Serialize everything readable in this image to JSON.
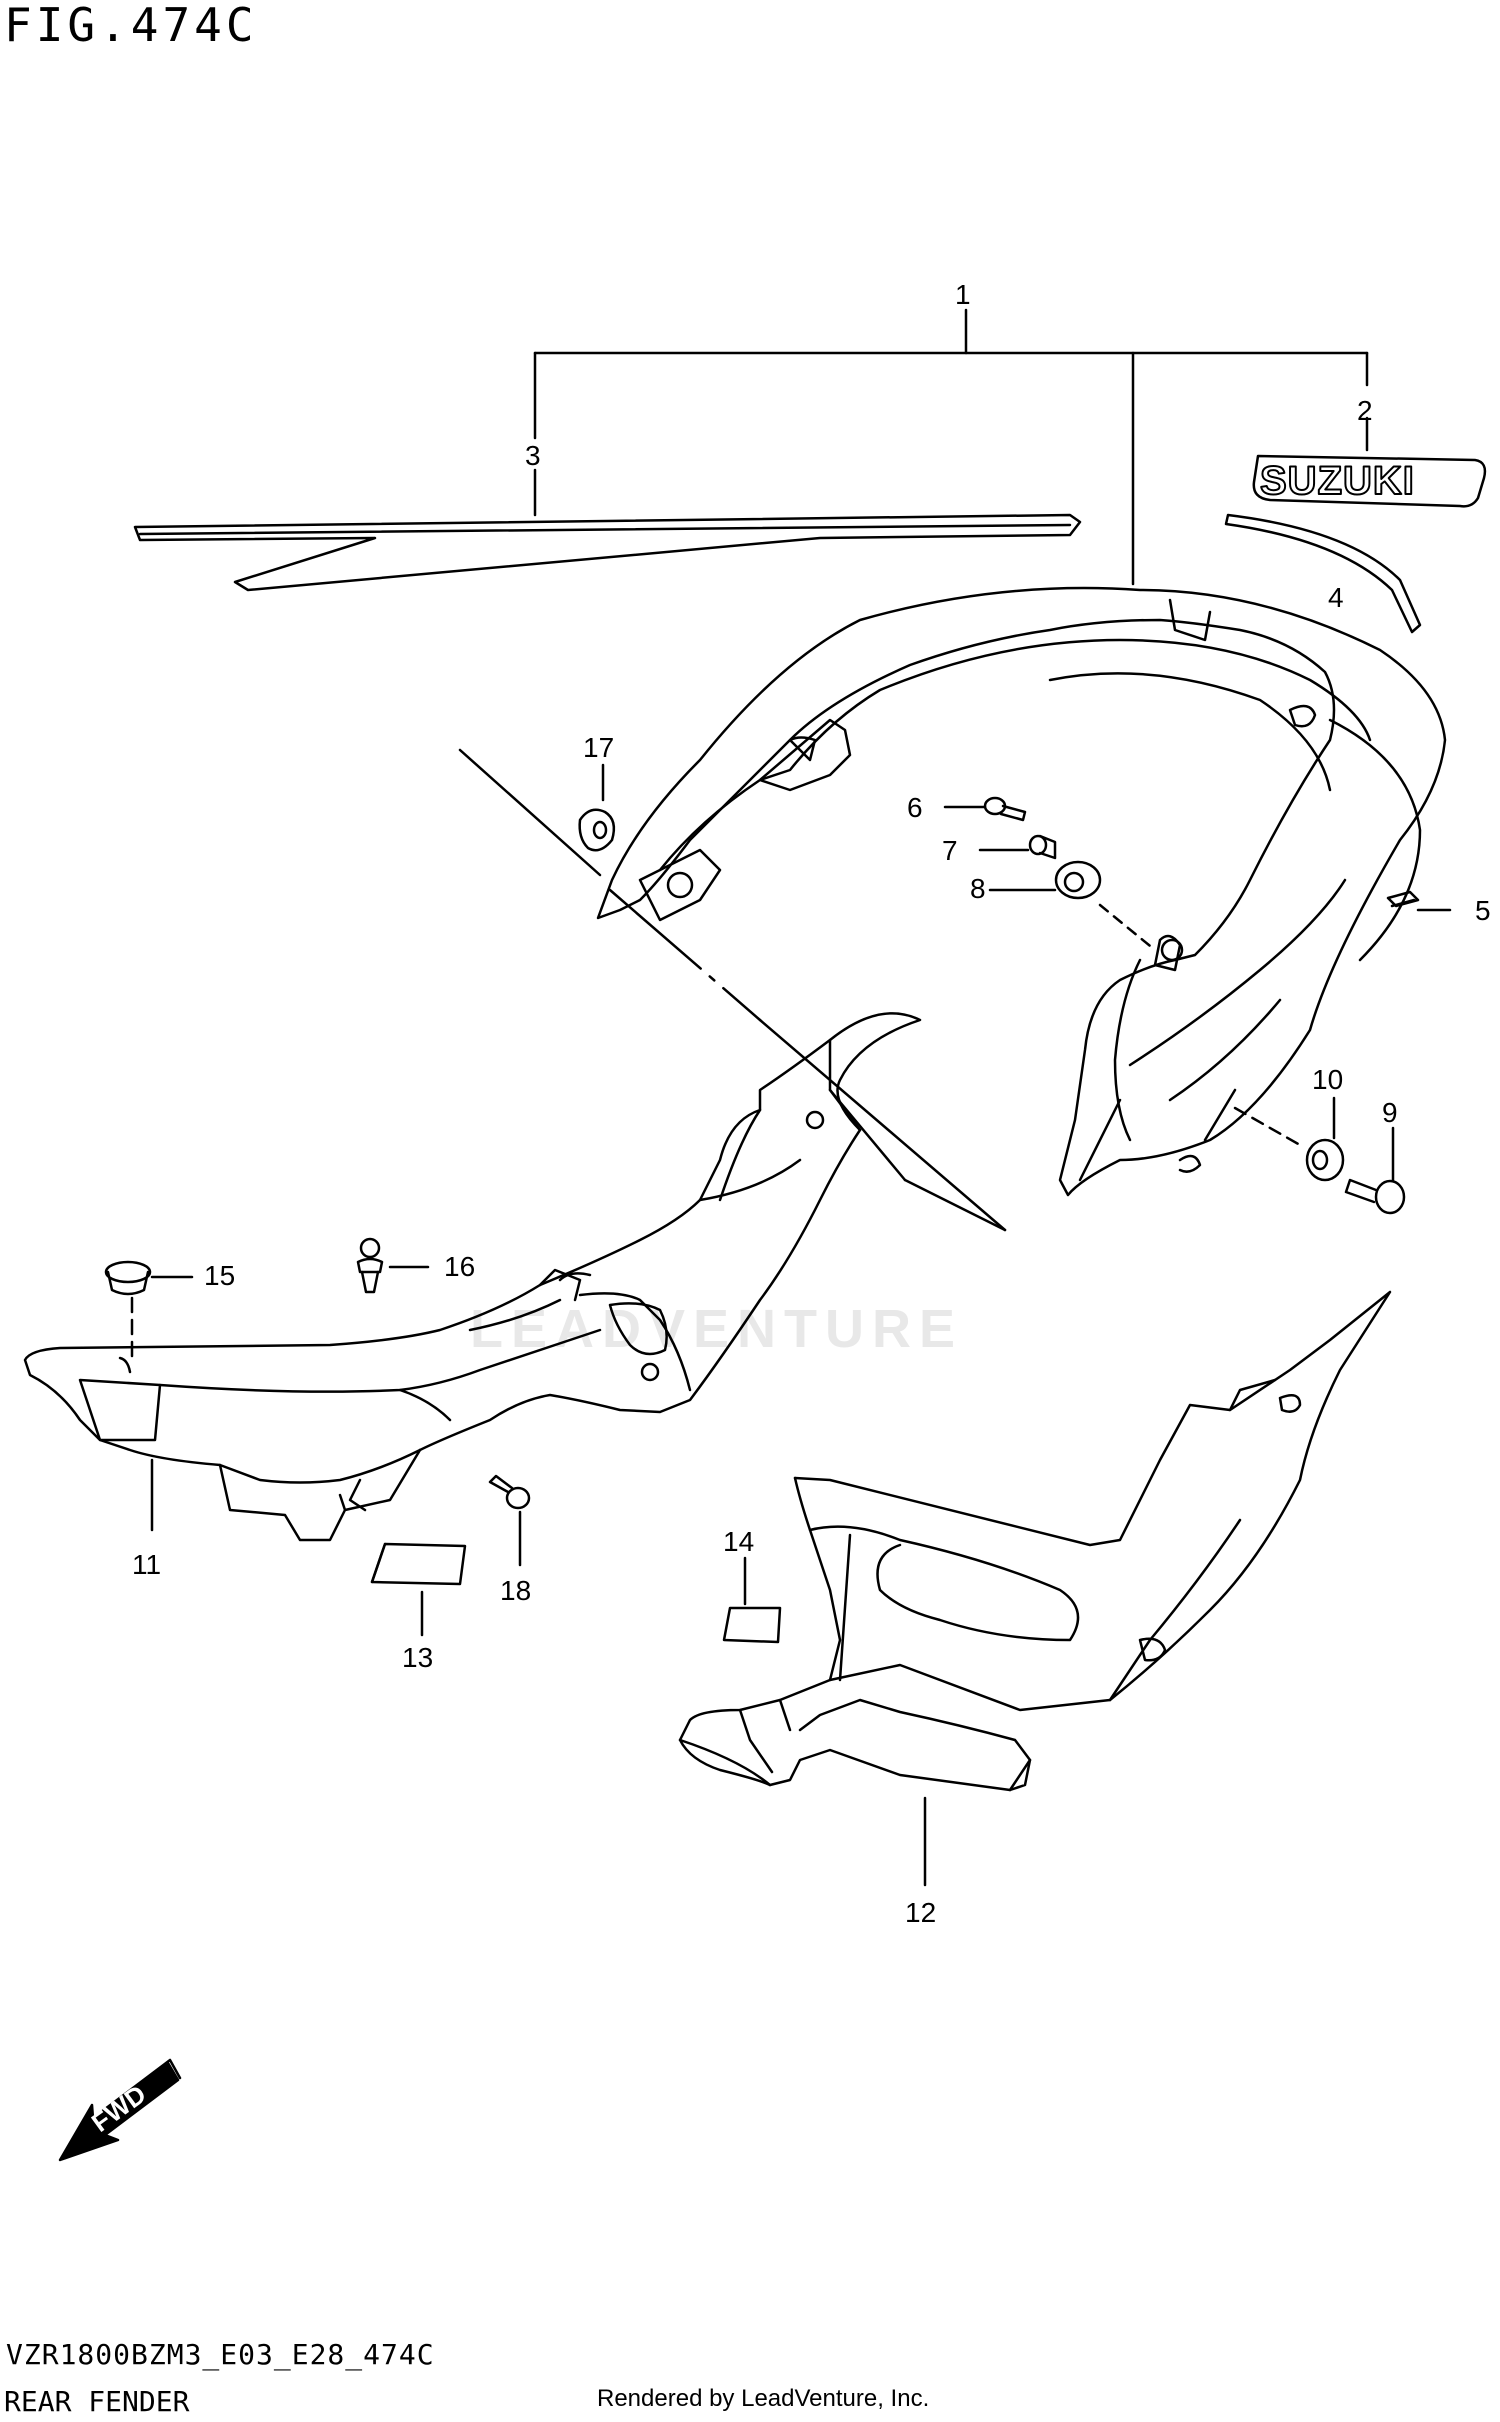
{
  "figure": {
    "title": "FIG.474C",
    "model_code": "VZR1800BZM3_E03_E28_474C",
    "section_name": "REAR FENDER",
    "rendered_by": "Rendered by LeadVenture, Inc.",
    "watermark": "LEADVENTURE",
    "emblem_text": "SUZUKI",
    "fwd_label": "FWD"
  },
  "callouts": [
    "1",
    "2",
    "3",
    "4",
    "5",
    "6",
    "7",
    "8",
    "9",
    "10",
    "11",
    "12",
    "13",
    "14",
    "15",
    "16",
    "17",
    "18"
  ]
}
